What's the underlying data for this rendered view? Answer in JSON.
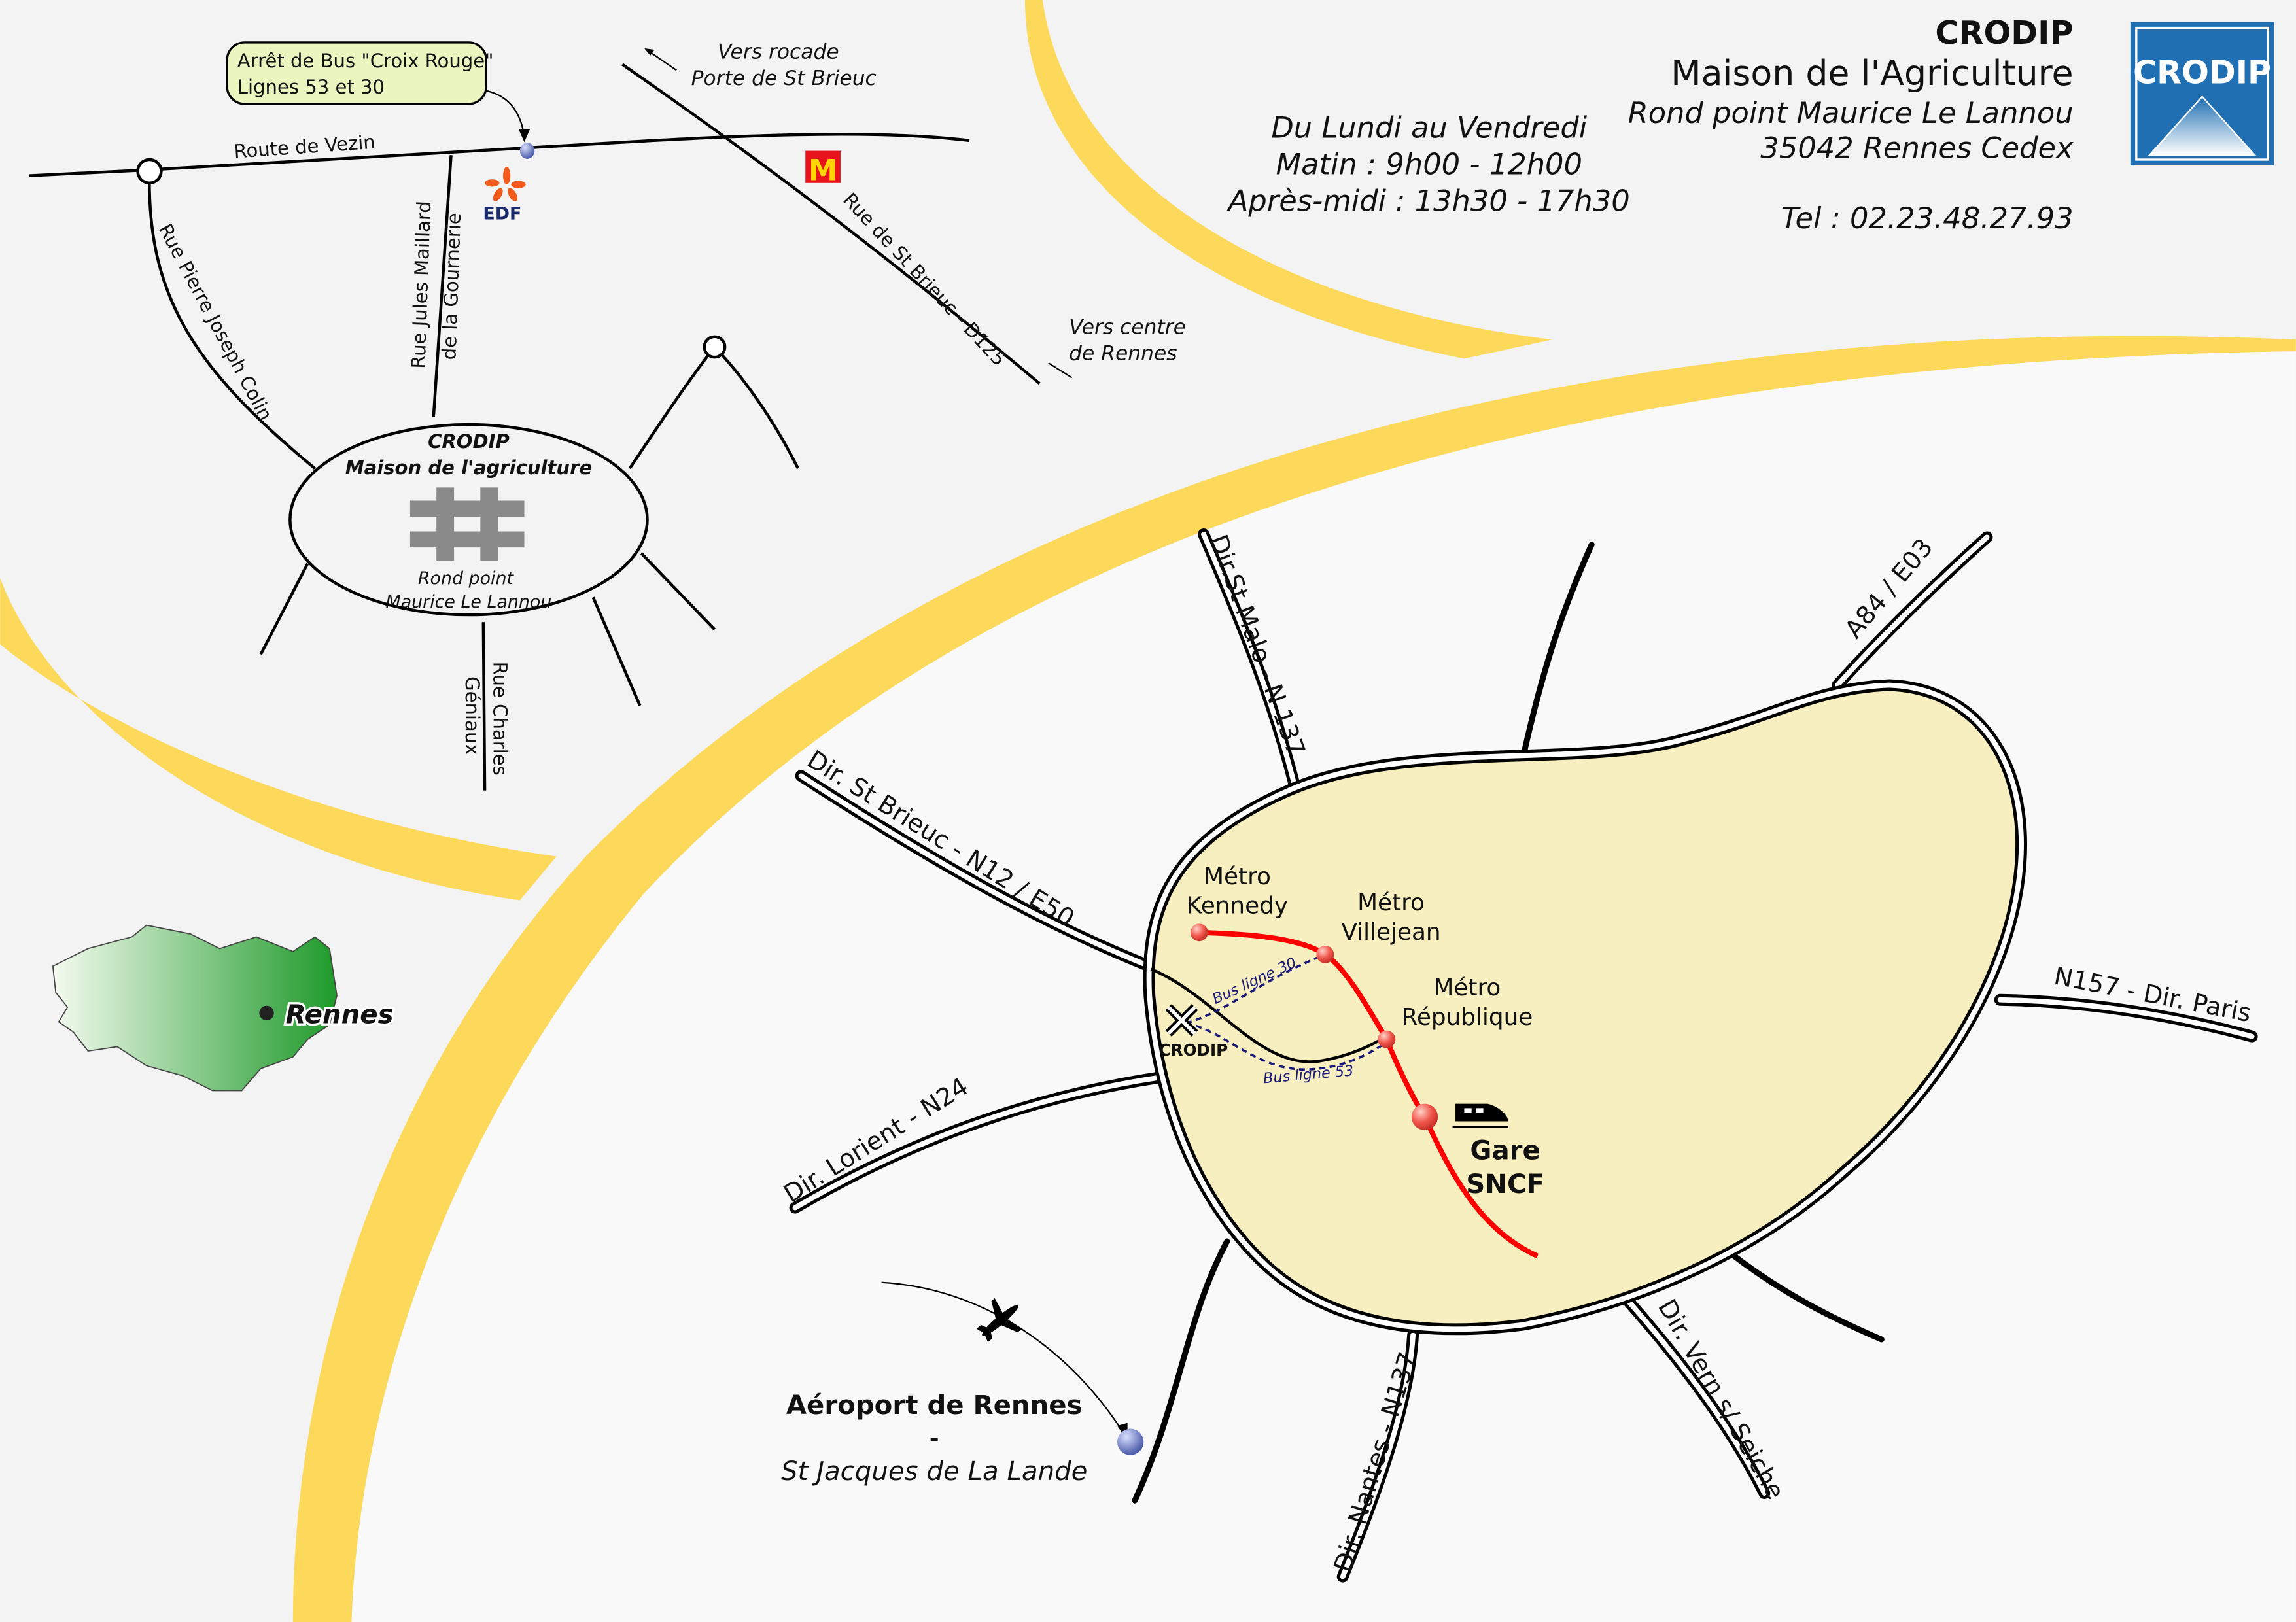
{
  "header": {
    "org": "CRODIP",
    "building": "Maison de l'Agriculture",
    "address_line1": "Rond point Maurice Le Lannou",
    "address_line2": "35042 Rennes Cedex",
    "phone": "Tel : 02.23.48.27.93",
    "logo_text": "CRODIP"
  },
  "hours": {
    "days": "Du Lundi au Vendredi",
    "morning": "Matin : 9h00 - 12h00",
    "afternoon": "Après-midi : 13h30 - 17h30"
  },
  "detail_map": {
    "bus_stop_line1": "Arrêt de Bus \"Croix Rouge\"",
    "bus_stop_line2": "Lignes 53 et 30",
    "route_vezin": "Route de Vezin",
    "vers_rocade_1": "Vers rocade",
    "vers_rocade_2": "Porte de St Brieuc",
    "vers_centre_1": "Vers centre",
    "vers_centre_2": "de Rennes",
    "rue_st_brieuc": "Rue de St Brieuc - D125",
    "rue_colin": "Rue Pierre Joseph Colin",
    "rue_maillard_1": "Rue Jules Maillard",
    "rue_maillard_2": "de la Gournerie",
    "rue_charles_1": "Rue Charles",
    "rue_charles_2": "Géniaux",
    "roundabout_title_1": "CRODIP",
    "roundabout_title_2": "Maison de l'agriculture",
    "roundabout_sub_1": "Rond point",
    "roundabout_sub_2": "Maurice Le Lannou",
    "edf_label": "EDF",
    "mcdo_label": "M"
  },
  "region": {
    "city": "Rennes"
  },
  "city_map": {
    "roads": {
      "st_malo": "Dir.St Malo - N 137",
      "a84": "A84 / E03",
      "st_brieuc": "Dir. St Brieuc - N12 / E50",
      "paris": "N157 - Dir. Paris",
      "lorient": "Dir. Lorient - N24",
      "nantes": "Dir. Nantes - N137",
      "vern": "Dir. Vern s/ Seiche"
    },
    "metro_kennedy_1": "Métro",
    "metro_kennedy_2": "Kennedy",
    "metro_villejean_1": "Métro",
    "metro_villejean_2": "Villejean",
    "metro_republique_1": "Métro",
    "metro_republique_2": "République",
    "gare_1": "Gare",
    "gare_2": "SNCF",
    "crodip": "CRODIP",
    "bus30": "Bus ligne 30",
    "bus53": "Bus ligne 53",
    "airport_1": "Aéroport de Rennes",
    "airport_sep": "-",
    "airport_2": "St Jacques de La Lande"
  },
  "colors": {
    "yellow": "#fcd95a",
    "city_fill": "#f8efc0",
    "metro": "#ff0000",
    "bus": "#1a1a7a",
    "logo": "#1f6fb2"
  }
}
